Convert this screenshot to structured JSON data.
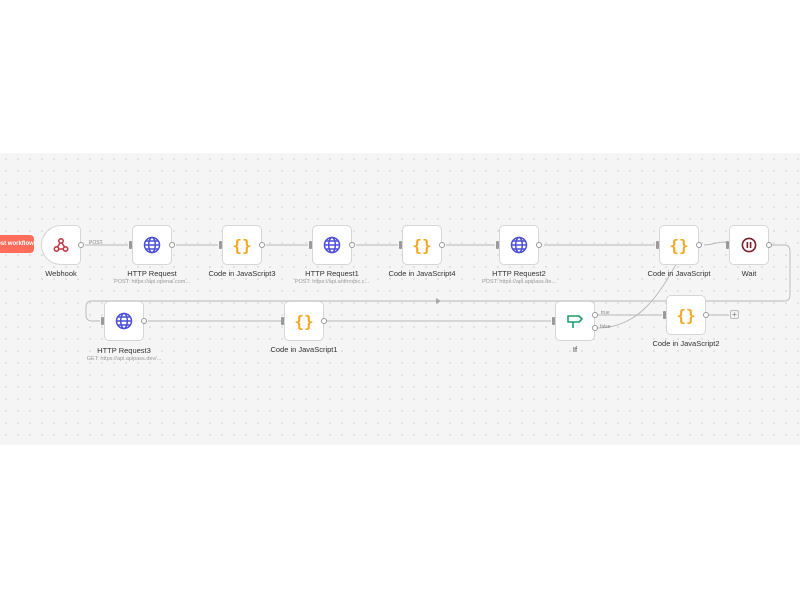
{
  "workflow": {
    "execute_button": "Test workflow",
    "nodes": {
      "webhook": {
        "label": "Webhook"
      },
      "http1": {
        "label": "HTTP Request",
        "sub": "POST: https://api.openai.com..."
      },
      "code3": {
        "label": "Code in JavaScript3"
      },
      "http2": {
        "label": "HTTP Request1",
        "sub": "POST: https://api.anthropic.c..."
      },
      "code4": {
        "label": "Code in JavaScript4"
      },
      "http3": {
        "label": "HTTP Request2",
        "sub": "POST: https://api.apipass.de..."
      },
      "code5": {
        "label": "Code in JavaScript"
      },
      "wait": {
        "label": "Wait"
      },
      "http4": {
        "label": "HTTP Request3",
        "sub": "GET: https://api.apipass.dev/..."
      },
      "code1": {
        "label": "Code in JavaScript1"
      },
      "if": {
        "label": "If"
      },
      "code2": {
        "label": "Code in JavaScript2"
      }
    },
    "edge_labels": {
      "post": "POST",
      "true": "true",
      "false": "false"
    },
    "add_label": "+"
  },
  "colors": {
    "accent": "#ff6d5a",
    "globe": "#4b4fd6",
    "code": "#f5a623",
    "wait": "#7a1d2e",
    "if": "#1f9d6c",
    "webhook": "#c23b49"
  },
  "icons": {
    "webhook": "webhook-icon",
    "http": "globe-icon",
    "code": "code-braces-icon",
    "wait": "pause-icon",
    "if": "signpost-icon"
  }
}
